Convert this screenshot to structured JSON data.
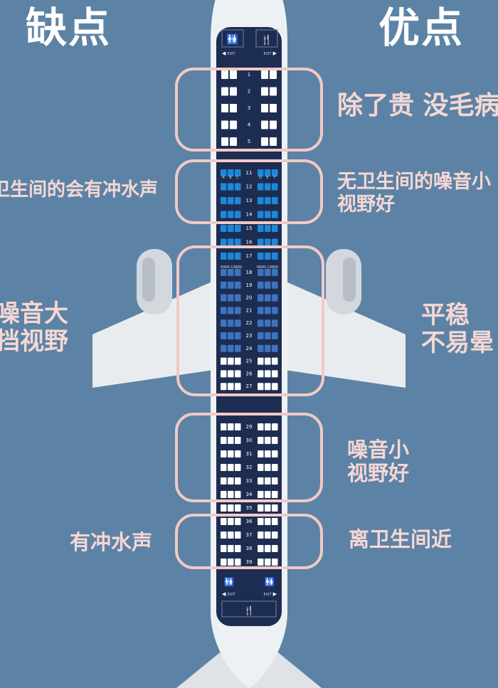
{
  "headers": {
    "cons": "缺点",
    "pros": "优点"
  },
  "segments": [
    {
      "id": "first-class",
      "pros": [
        "除了贵 没毛病"
      ],
      "cons": []
    },
    {
      "id": "front-economy",
      "pros": [
        "无卫生间的噪音小",
        "视野好"
      ],
      "cons": [
        "卫生间的会有冲水声"
      ]
    },
    {
      "id": "over-wing",
      "pros": [
        "平稳",
        "不易晕"
      ],
      "cons": [
        "噪音大",
        "挡视野"
      ]
    },
    {
      "id": "rear-middle",
      "pros": [
        "噪音小",
        "视野好"
      ],
      "cons": []
    },
    {
      "id": "rear-lavatory",
      "pros": [
        "离卫生间近"
      ],
      "cons": [
        "有冲水声"
      ]
    }
  ],
  "seat_map": {
    "row_numbers": [
      "1",
      "2",
      "3",
      "4",
      "5",
      "11",
      "12",
      "13",
      "14",
      "15",
      "16",
      "17",
      "18",
      "19",
      "20",
      "21",
      "22",
      "23",
      "24",
      "25",
      "26",
      "27",
      "29",
      "30",
      "31",
      "32",
      "33",
      "34",
      "35",
      "36",
      "37",
      "38",
      "39"
    ],
    "exit_label": "EXIT",
    "main_cabin_label": "MAIN CABIN",
    "first_class_seat_labels": [
      "A",
      "B",
      "E",
      "F"
    ],
    "economy_seat_labels": [
      "A",
      "B",
      "C",
      "D",
      "E",
      "F"
    ]
  },
  "colors": {
    "background": "#5c83a5",
    "header_text": "#ffffff",
    "annotation_text": "#f6d7d3",
    "highlight_box": "#f2c9c6",
    "cabin": "#1d2d52",
    "fuselage": "#eef1f4",
    "seat_standard": "#ffffff",
    "seat_extra_legroom": "#1e88d8",
    "seat_preferred": "#3f73bd"
  },
  "icons": [
    "restroom-icon",
    "galley-icon",
    "exit-arrow-icon"
  ]
}
